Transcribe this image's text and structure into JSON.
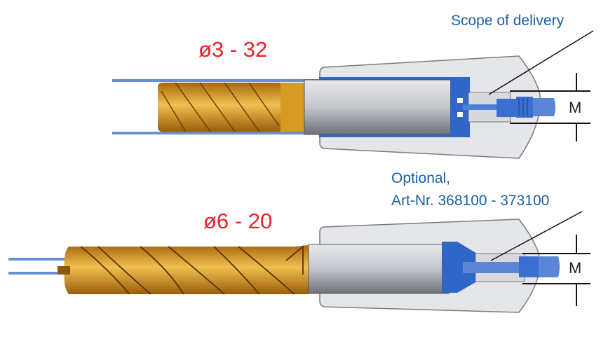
{
  "top": {
    "diameter_label": "ø3 - 32",
    "callout": "Scope of delivery",
    "dimension": "M"
  },
  "bottom": {
    "diameter_label": "ø6 - 20",
    "callout_line1": "Optional,",
    "callout_line2": "Art-Nr. 368100 - 373100",
    "dimension": "M"
  },
  "colors": {
    "label_red": "#e8202a",
    "callout_blue": "#1a5fa8",
    "coolant_blue": "#3a6fd0",
    "gold": "#c98a1c",
    "holder_grey": "#e4e6ea"
  }
}
